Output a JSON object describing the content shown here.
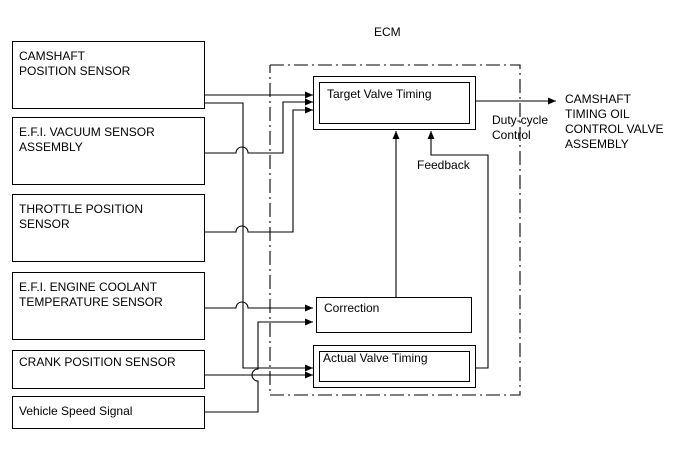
{
  "diagram": {
    "ecm_label": "ECM",
    "sensors": [
      {
        "id": "camshaft",
        "label": "CAMSHAFT\nPOSITION SENSOR"
      },
      {
        "id": "vacuum",
        "label": "E.F.I. VACUUM SENSOR\nASSEMBLY"
      },
      {
        "id": "throttle",
        "label": "THROTTLE POSITION\nSENSOR"
      },
      {
        "id": "coolant",
        "label": "E.F.I.  ENGINE COOLANT\nTEMPERATURE SENSOR"
      },
      {
        "id": "crank",
        "label": "CRANK POSITION SENSOR"
      },
      {
        "id": "speed",
        "label": "Vehicle Speed Signal"
      }
    ],
    "blocks": {
      "target": "Target Valve Timing",
      "correction": "Correction",
      "actual": "Actual Valve Timing"
    },
    "duty_cycle": "Duty-cycle\nControl",
    "feedback": "Feedback",
    "output": "CAMSHAFT\nTIMING OIL\nCONTROL VALVE\nASSEMBLY"
  }
}
